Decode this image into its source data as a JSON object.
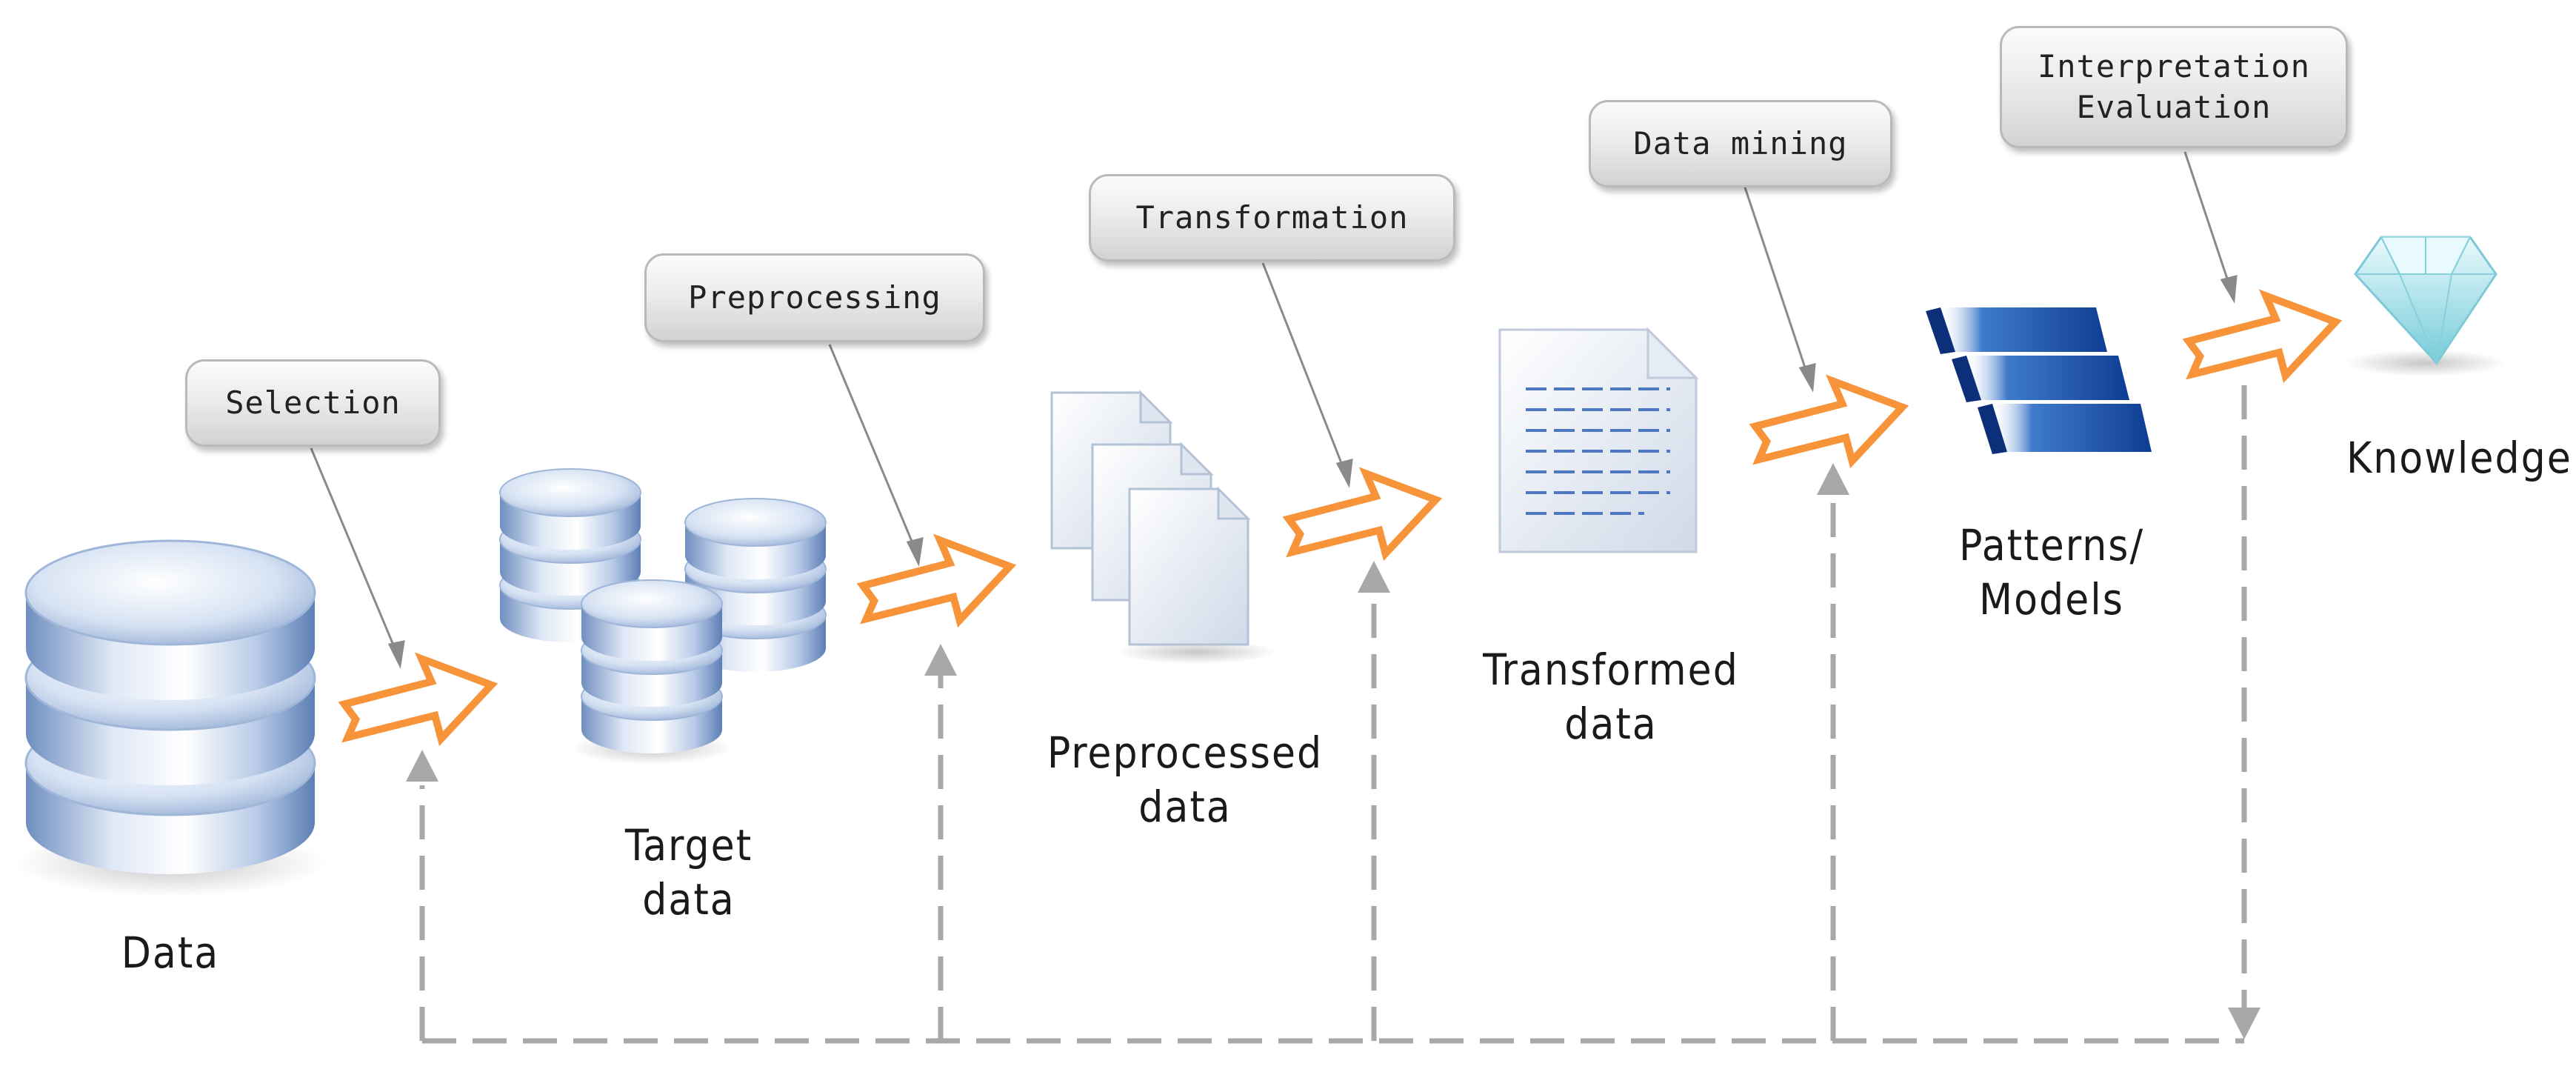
{
  "stages": [
    {
      "id": "data",
      "label_lines": [
        "Data"
      ]
    },
    {
      "id": "target",
      "label_lines": [
        "Target",
        "data"
      ]
    },
    {
      "id": "preprocessed",
      "label_lines": [
        "Preprocessed",
        "data"
      ]
    },
    {
      "id": "transformed",
      "label_lines": [
        "Transformed",
        "data"
      ]
    },
    {
      "id": "patterns",
      "label_lines": [
        "Patterns/",
        "Models"
      ]
    },
    {
      "id": "knowledge",
      "label_lines": [
        "Knowledge"
      ]
    }
  ],
  "steps": [
    {
      "id": "selection",
      "label_lines": [
        "Selection"
      ]
    },
    {
      "id": "preprocessing",
      "label_lines": [
        "Preprocessing"
      ]
    },
    {
      "id": "transformation",
      "label_lines": [
        "Transformation"
      ]
    },
    {
      "id": "data-mining",
      "label_lines": [
        "Data mining"
      ]
    },
    {
      "id": "interpretation",
      "label_lines": [
        "Interpretation",
        "Evaluation"
      ]
    }
  ],
  "colors": {
    "arrow_orange": "#f7943a",
    "feedback_gray": "#a8a8a8",
    "pointer_gray": "#808080",
    "db_blue": "#8aa9d4",
    "model_blue": "#1d4ea3",
    "gem_cyan": "#9fe0ea"
  },
  "icons": {
    "data": "database-icon",
    "target": "database-cluster-icon",
    "preprocessed": "documents-icon",
    "transformed": "text-document-icon",
    "patterns": "stacked-bars-icon",
    "knowledge": "diamond-icon"
  }
}
